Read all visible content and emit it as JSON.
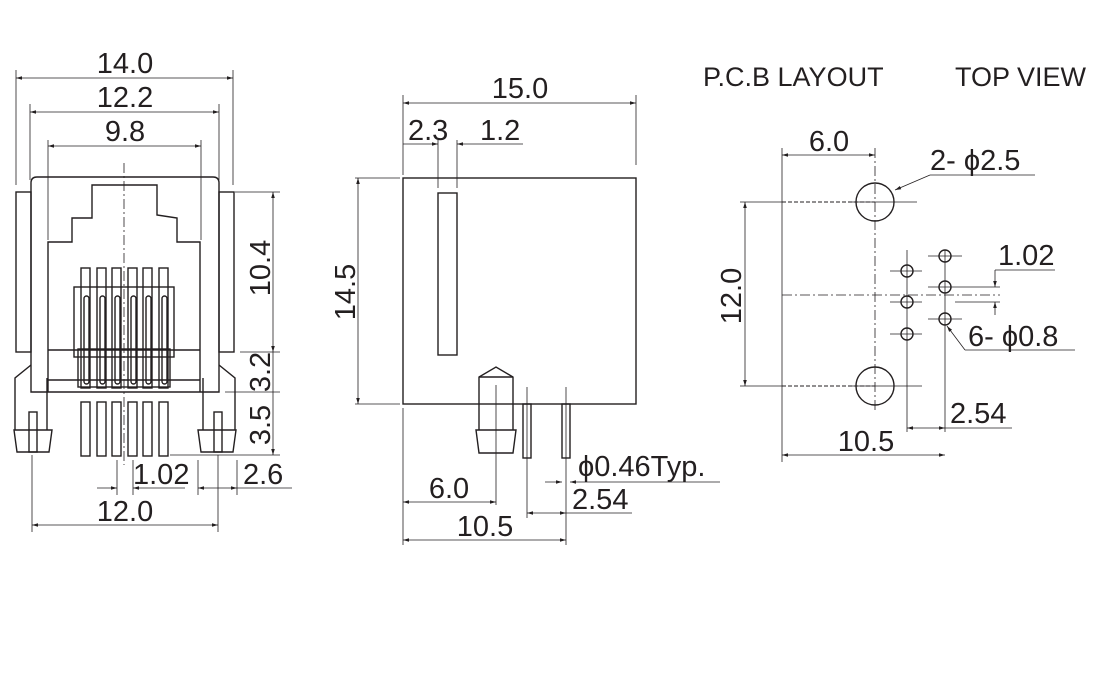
{
  "front_view": {
    "overall_width": "14.0",
    "body_width": "12.2",
    "opening_width": "9.8",
    "height_upper": "10.4",
    "height_mid": "3.2",
    "pin_length": "3.5",
    "pin_pitch": "1.02",
    "peg_offset": "2.6",
    "peg_spacing": "12.0"
  },
  "side_view": {
    "depth": "15.0",
    "slot_offset": "2.3",
    "slot_width": "1.2",
    "height": "14.5",
    "peg_position": "6.0",
    "pin_position": "10.5",
    "pin_pitch": "2.54",
    "pin_diameter": "ϕ0.46Typ."
  },
  "pcb_layout": {
    "title": "P.C.B LAYOUT",
    "view_label": "TOP VIEW",
    "peg_x": "6.0",
    "peg_holes": "2- ϕ2.5",
    "peg_spacing": "12.0",
    "pin_pitch_vertical": "1.02",
    "pin_holes": "6- ϕ0.8",
    "row_spacing": "2.54",
    "pin_x": "10.5"
  }
}
